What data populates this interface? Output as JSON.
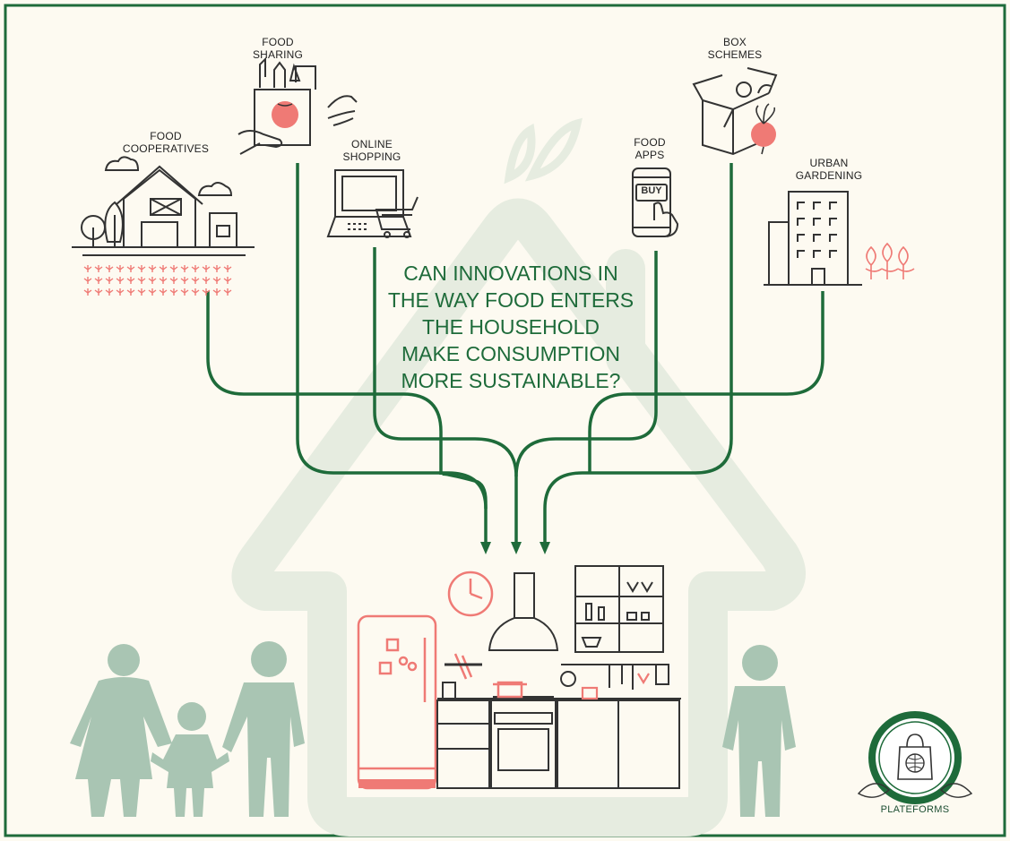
{
  "question": "CAN INNOVATIONS IN\nTHE WAY  FOOD ENTERS\nTHE HOUSEHOLD\nMAKE CONSUMPTION\nMORE SUSTAINABLE?",
  "channels": [
    {
      "id": "food-cooperatives",
      "label": "FOOD\nCOOPERATIVES"
    },
    {
      "id": "food-sharing",
      "label": "FOOD\nSHARING"
    },
    {
      "id": "online-shopping",
      "label": "ONLINE\nSHOPPING"
    },
    {
      "id": "food-apps",
      "label": "FOOD\nAPPS"
    },
    {
      "id": "box-schemes",
      "label": "BOX\nSCHEMES"
    },
    {
      "id": "urban-gardening",
      "label": "URBAN\nGARDENING"
    }
  ],
  "phone_button": "BUY",
  "logo": {
    "text": "PLATEFORMS"
  },
  "colors": {
    "flow": "#1e6b3a",
    "border": "#1e6b3a",
    "accent": "#ef7a75",
    "silhouette": "#a9c5b3",
    "house": "#e6ece0",
    "background": "#fdfaf1"
  }
}
